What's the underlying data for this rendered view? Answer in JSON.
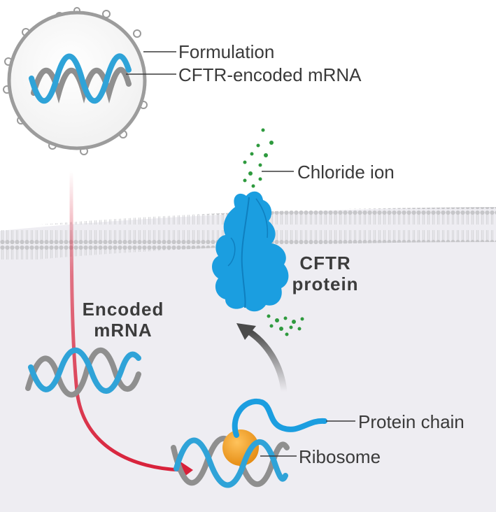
{
  "labels": {
    "formulation": "Formulation",
    "cftr_encoded_mrna": "CFTR-encoded  mRNA",
    "chloride_ion": "Chloride  ion",
    "cftr_protein_line1": "CFTR",
    "cftr_protein_line2": "protein",
    "encoded_mrna_line1": "Encoded",
    "encoded_mrna_line2": "mRNA",
    "protein_chain": "Protein  chain",
    "ribosome": "Ribosome"
  },
  "colors": {
    "mrna_blue": "#2fa3d8",
    "mrna_grey": "#8f8f8f",
    "protein_blue": "#1b9ee0",
    "ribosome_orange": "#f29a1f",
    "chloride_green": "#2e9a3e",
    "delivery_arrow_red": "#d8213a",
    "cell_interior": "#eeedf2",
    "membrane": "#c9c9cc"
  }
}
